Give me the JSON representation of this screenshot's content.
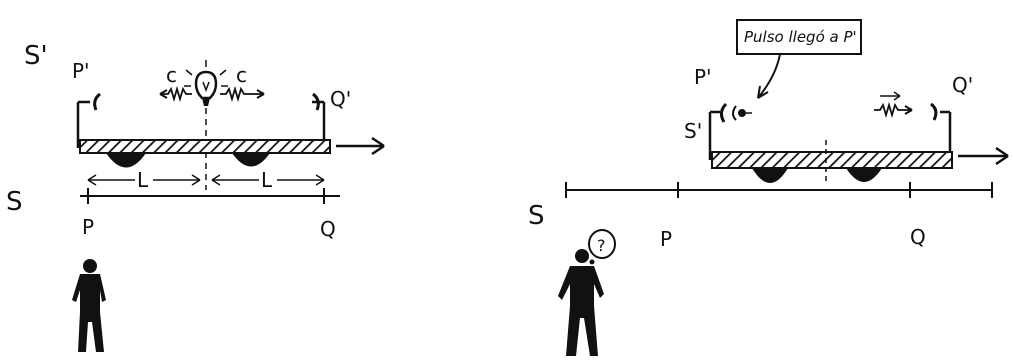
{
  "left_panel": {
    "frame_s_prime": "S'",
    "frame_s": "S",
    "point_p_prime": "P'",
    "point_q_prime": "Q'",
    "point_p": "P",
    "point_q": "Q",
    "speed_left": "c",
    "speed_right": "c",
    "length_left": "L",
    "length_right": "L"
  },
  "right_panel": {
    "callout_text": "Pulso llegó a P'",
    "frame_s_prime": "S'",
    "frame_s": "S",
    "point_p_prime": "P'",
    "point_q_prime": "Q'",
    "point_p": "P",
    "point_q": "Q",
    "thought_mark": "?"
  },
  "icons": {
    "bulb": "lightbulb-icon",
    "arrow": "motion-arrow-icon",
    "observer": "person-silhouette-icon"
  },
  "colors": {
    "ink": "#111111",
    "background": "#ffffff"
  }
}
